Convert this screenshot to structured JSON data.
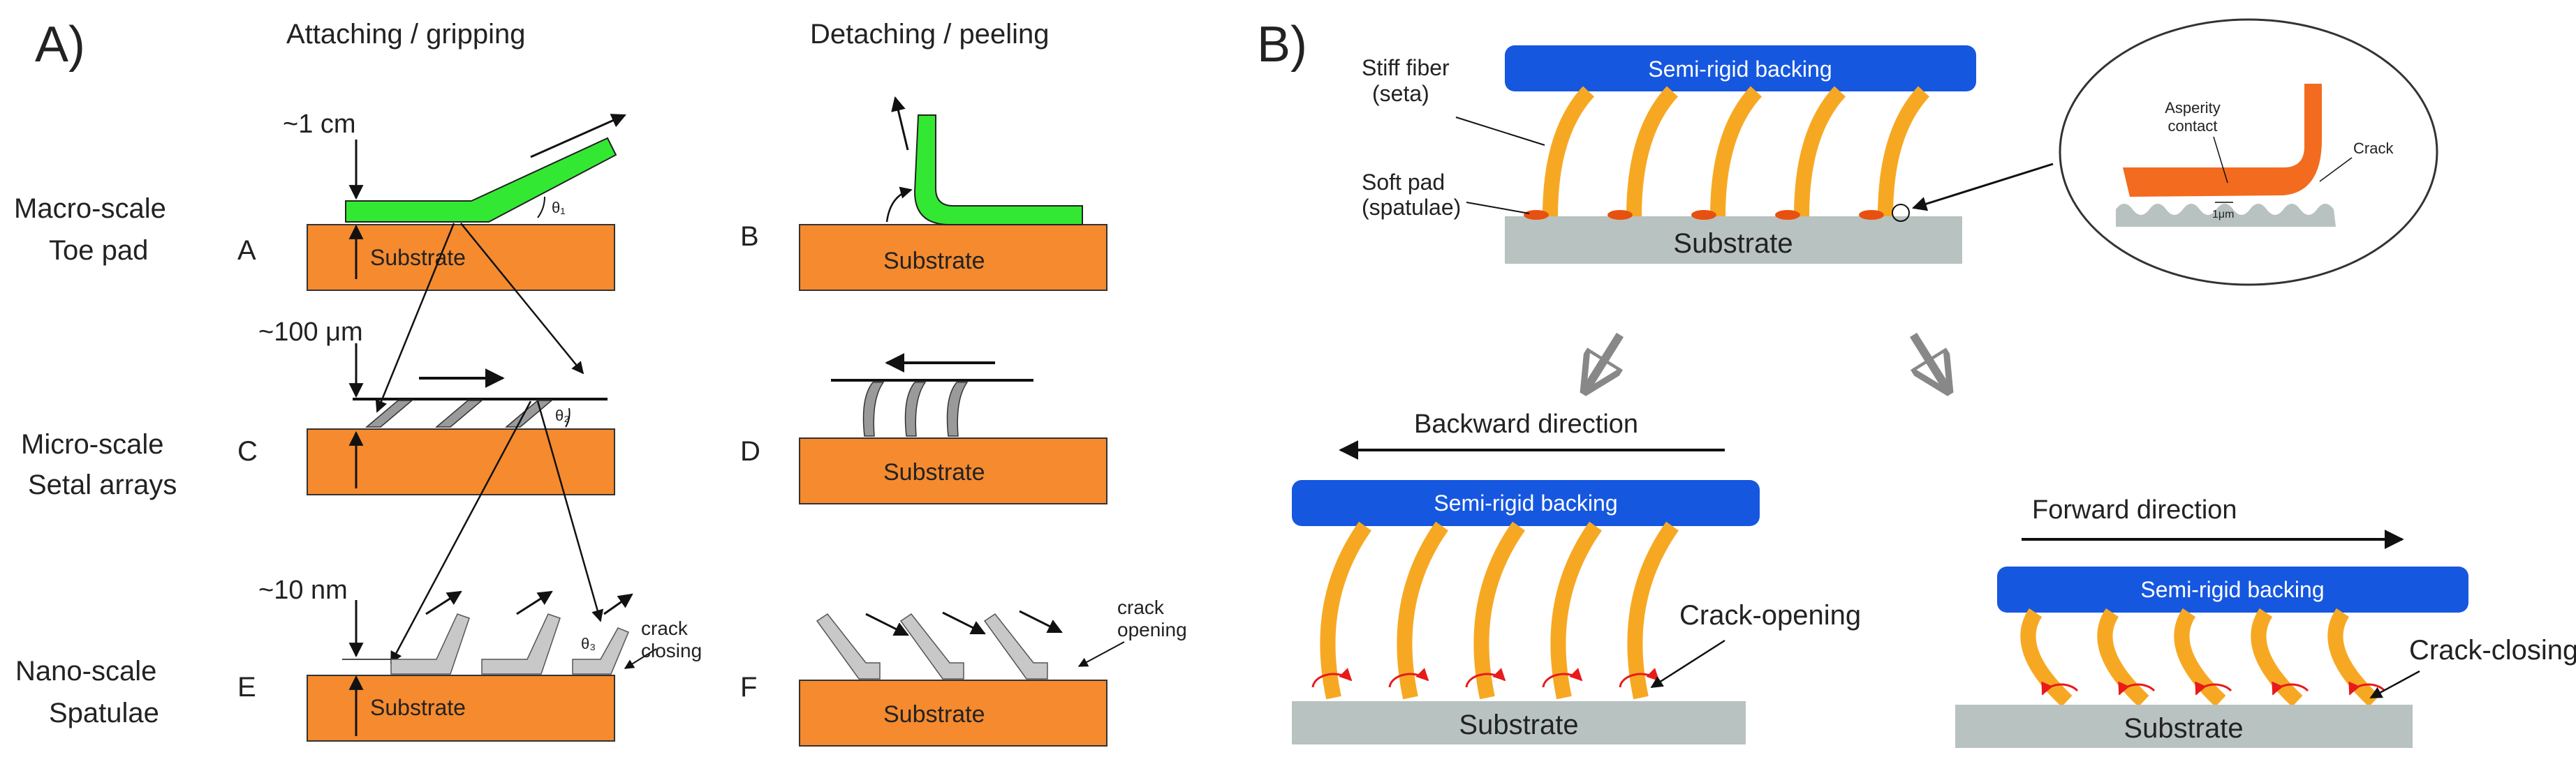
{
  "panel_a": {
    "label": "A)",
    "col_attach": "Attaching / gripping",
    "col_detach": "Detaching / peeling",
    "rows": [
      {
        "line1": "Macro-scale",
        "line2": "Toe pad",
        "scale": "~1 cm",
        "letter_left": "A",
        "letter_right": "B",
        "theta": "θ₁"
      },
      {
        "line1": "Micro-scale",
        "line2": "Setal arrays",
        "scale": "~100 μm",
        "letter_left": "C",
        "letter_right": "D",
        "theta": "θ₂"
      },
      {
        "line1": "Nano-scale",
        "line2": "Spatulae",
        "scale": "~10 nm",
        "letter_left": "E",
        "letter_right": "F",
        "theta": "θ₃"
      }
    ],
    "substrate": "Substrate",
    "crack_closing": [
      "crack",
      "closing"
    ],
    "crack_opening": [
      "crack",
      "opening"
    ]
  },
  "panel_b": {
    "label": "B)",
    "backing": "Semi-rigid backing",
    "substrate": "Substrate",
    "stiff_fiber": [
      "Stiff fiber",
      "(seta)"
    ],
    "soft_pad": [
      "Soft pad",
      "(spatulae)"
    ],
    "inset": {
      "asperity": [
        "Asperity",
        "contact"
      ],
      "crack": "Crack",
      "scale": "1μm"
    },
    "backward": "Backward direction",
    "forward": "Forward direction",
    "crack_opening": "Crack-opening",
    "crack_closing": "Crack-closing"
  },
  "colors": {
    "orange": "#f58a2e",
    "green": "#33e833",
    "yellow": "#f7a823",
    "blue": "#1657e0",
    "gray": "#b8c2c0",
    "red": "#e81a1a",
    "seta_gray": "#9a9a9a"
  }
}
